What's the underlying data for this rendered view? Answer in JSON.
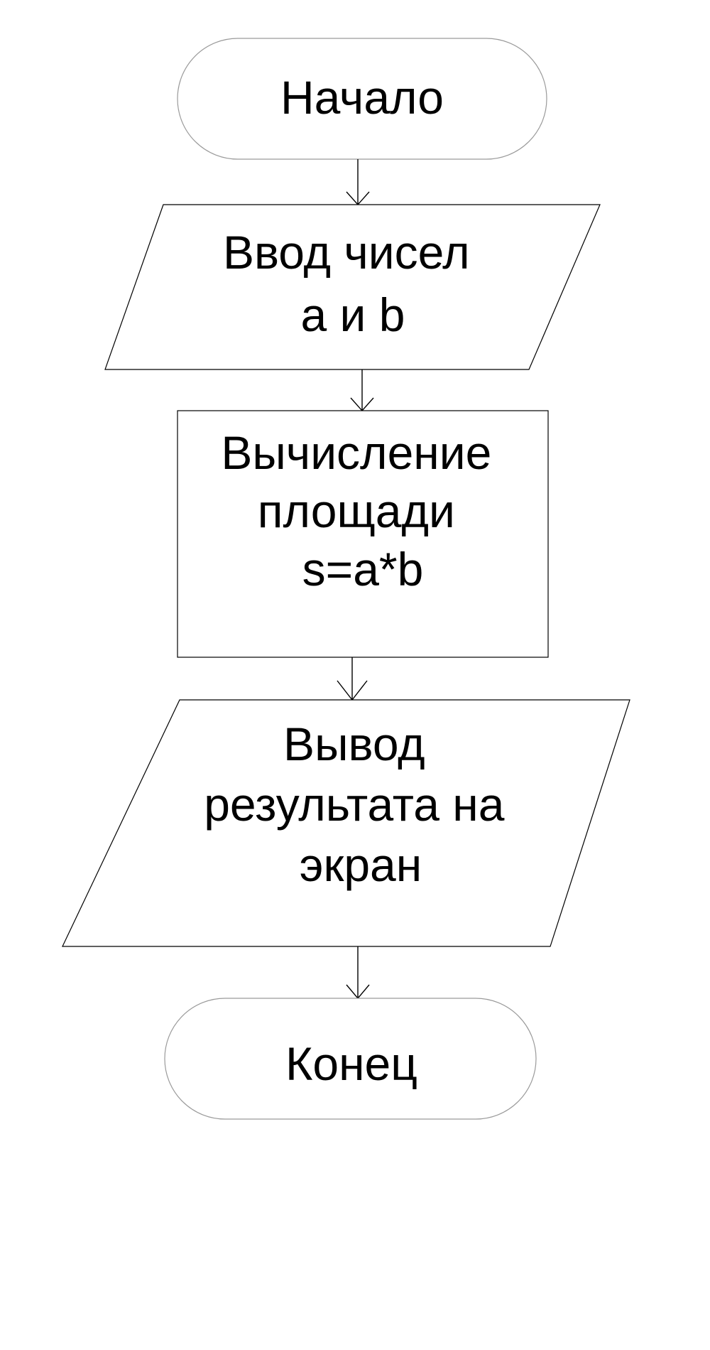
{
  "flowchart": {
    "start": {
      "lines": [
        "Начало"
      ]
    },
    "input": {
      "lines": [
        "Ввод чисел",
        "a и b"
      ]
    },
    "process": {
      "lines": [
        "Вычисление",
        "площади",
        "s=a*b"
      ]
    },
    "output": {
      "lines": [
        "Вывод",
        "результата на",
        "экран"
      ]
    },
    "end": {
      "lines": [
        "Конец"
      ]
    }
  }
}
